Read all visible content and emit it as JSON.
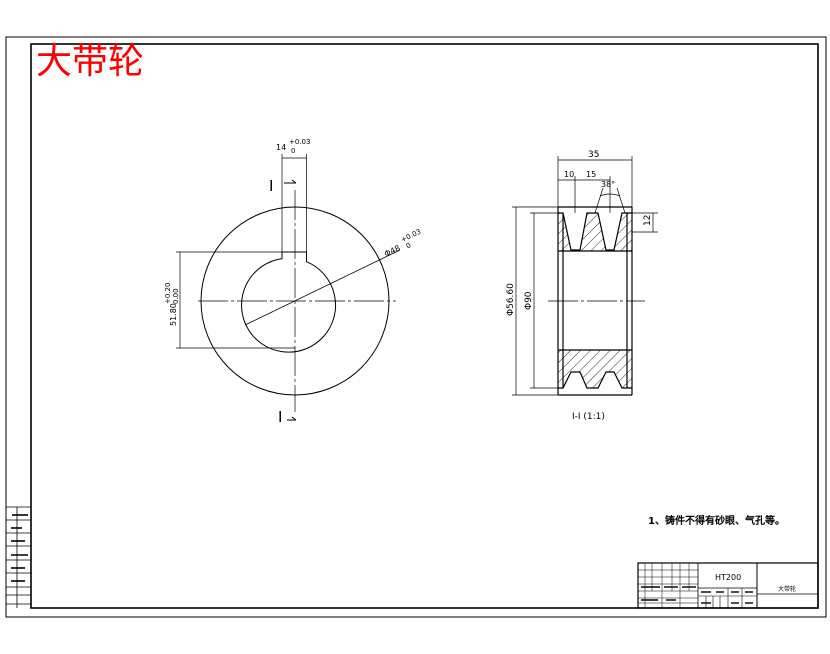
{
  "drawing": {
    "title_cn": "大带轮",
    "section_label": "I-I  (1:1)",
    "section_mark_top": "I",
    "section_mark_bottom": "I"
  },
  "front_view": {
    "keyway_width": "14",
    "keyway_width_tol_upper": "+0.03",
    "keyway_width_tol_lower": "0",
    "bore": "Φ48",
    "bore_tol_upper": "+0.03",
    "bore_tol_lower": "0",
    "key_depth": "51.80",
    "key_depth_tol_upper": "+0.20",
    "key_depth_tol_lower": "0.00"
  },
  "section_view": {
    "width_total": "35",
    "groove_offset": "10",
    "groove_pitch": "15",
    "groove_angle": "38°",
    "groove_depth": "12",
    "outer_diameter": "Φ56.60",
    "hub_diameter": "Φ90"
  },
  "notes": {
    "note_1": "1、铸件不得有砂眼、气孔等。"
  },
  "title_block": {
    "material": "HT200",
    "part_name": "大带轮"
  }
}
